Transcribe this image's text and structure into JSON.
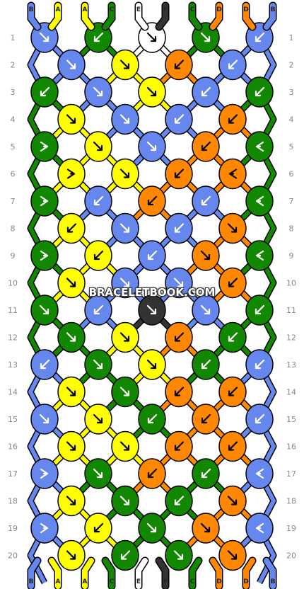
{
  "site_logo": "BRACELETBOOK.COM",
  "colors": {
    "A": "#ffff00",
    "B": "#6688ee",
    "C": "#118800",
    "D": "#ff8800",
    "E": "#ffffff",
    "F": "#333333"
  },
  "strings_top": [
    "B",
    "A",
    "A",
    "C",
    "E",
    "F",
    "C",
    "D",
    "D",
    "B"
  ],
  "strings_bottom": [
    "B",
    "A",
    "A",
    "C",
    "E",
    "F",
    "C",
    "D",
    "D",
    "B"
  ],
  "row_numbers": [
    "1",
    "2",
    "3",
    "4",
    "5",
    "6",
    "7",
    "8",
    "9",
    "10",
    "11",
    "12",
    "13",
    "14",
    "15",
    "16",
    "17",
    "18",
    "19",
    "20"
  ],
  "knots": [
    [
      [
        "B",
        "dr"
      ],
      [
        "C",
        "dl"
      ],
      [
        "E",
        "dr"
      ],
      [
        "C",
        "dr"
      ],
      [
        "B",
        "dl"
      ]
    ],
    [
      [
        "B",
        "dr"
      ],
      [
        "A",
        "dr"
      ],
      [
        "D",
        "dl"
      ],
      [
        "B",
        "dl"
      ]
    ],
    [
      [
        "C",
        "dl"
      ],
      [
        "B",
        "dr"
      ],
      [
        "A",
        "dr"
      ],
      [
        "B",
        "dl"
      ],
      [
        "C",
        "dl"
      ]
    ],
    [
      [
        "A",
        "dr"
      ],
      [
        "B",
        "dr"
      ],
      [
        "B",
        "dl"
      ],
      [
        "D",
        "dl"
      ]
    ],
    [
      [
        "C",
        "r"
      ],
      [
        "A",
        "dr"
      ],
      [
        "B",
        "dr"
      ],
      [
        "D",
        "dl"
      ],
      [
        "C",
        "l"
      ]
    ],
    [
      [
        "A",
        "r"
      ],
      [
        "A",
        "dr"
      ],
      [
        "D",
        "dl"
      ],
      [
        "D",
        "l"
      ]
    ],
    [
      [
        "C",
        "r"
      ],
      [
        "B",
        "dl"
      ],
      [
        "D",
        "dl"
      ],
      [
        "B",
        "dl"
      ],
      [
        "C",
        "l"
      ]
    ],
    [
      [
        "A",
        "dl"
      ],
      [
        "B",
        "dr"
      ],
      [
        "B",
        "dl"
      ],
      [
        "D",
        "dr"
      ]
    ],
    [
      [
        "C",
        "r"
      ],
      [
        "A",
        "dl"
      ],
      [
        "B",
        "dl"
      ],
      [
        "D",
        "dr"
      ],
      [
        "C",
        "l"
      ]
    ],
    [
      [
        "A",
        "dr"
      ],
      [
        "B",
        "dr"
      ],
      [
        "B",
        "dr"
      ],
      [
        "D",
        "dl"
      ]
    ],
    [
      [
        "C",
        "dr"
      ],
      [
        "B",
        "dl"
      ],
      [
        "F",
        "dr"
      ],
      [
        "B",
        "dr"
      ],
      [
        "C",
        "dl"
      ]
    ],
    [
      [
        "C",
        "dr"
      ],
      [
        "A",
        "dr"
      ],
      [
        "D",
        "dl"
      ],
      [
        "C",
        "dl"
      ]
    ],
    [
      [
        "B",
        "dl"
      ],
      [
        "C",
        "dr"
      ],
      [
        "A",
        "dr"
      ],
      [
        "C",
        "dl"
      ],
      [
        "B",
        "dl"
      ]
    ],
    [
      [
        "A",
        "dr"
      ],
      [
        "C",
        "dr"
      ],
      [
        "D",
        "dl"
      ],
      [
        "D",
        "dl"
      ]
    ],
    [
      [
        "B",
        "dr"
      ],
      [
        "A",
        "dr"
      ],
      [
        "C",
        "dl"
      ],
      [
        "D",
        "dl"
      ],
      [
        "B",
        "dl"
      ]
    ],
    [
      [
        "A",
        "dr"
      ],
      [
        "A",
        "dr"
      ],
      [
        "D",
        "dl"
      ],
      [
        "D",
        "dl"
      ]
    ],
    [
      [
        "B",
        "r"
      ],
      [
        "C",
        "dr"
      ],
      [
        "D",
        "dl"
      ],
      [
        "C",
        "dl"
      ],
      [
        "B",
        "l"
      ]
    ],
    [
      [
        "A",
        "dr"
      ],
      [
        "C",
        "dr"
      ],
      [
        "C",
        "dl"
      ],
      [
        "D",
        "dr"
      ]
    ],
    [
      [
        "B",
        "r"
      ],
      [
        "A",
        "dl"
      ],
      [
        "C",
        "dr"
      ],
      [
        "D",
        "dr"
      ],
      [
        "B",
        "l"
      ]
    ],
    [
      [
        "A",
        "dr"
      ],
      [
        "C",
        "dl"
      ],
      [
        "C",
        "dr"
      ],
      [
        "D",
        "dr"
      ]
    ]
  ]
}
